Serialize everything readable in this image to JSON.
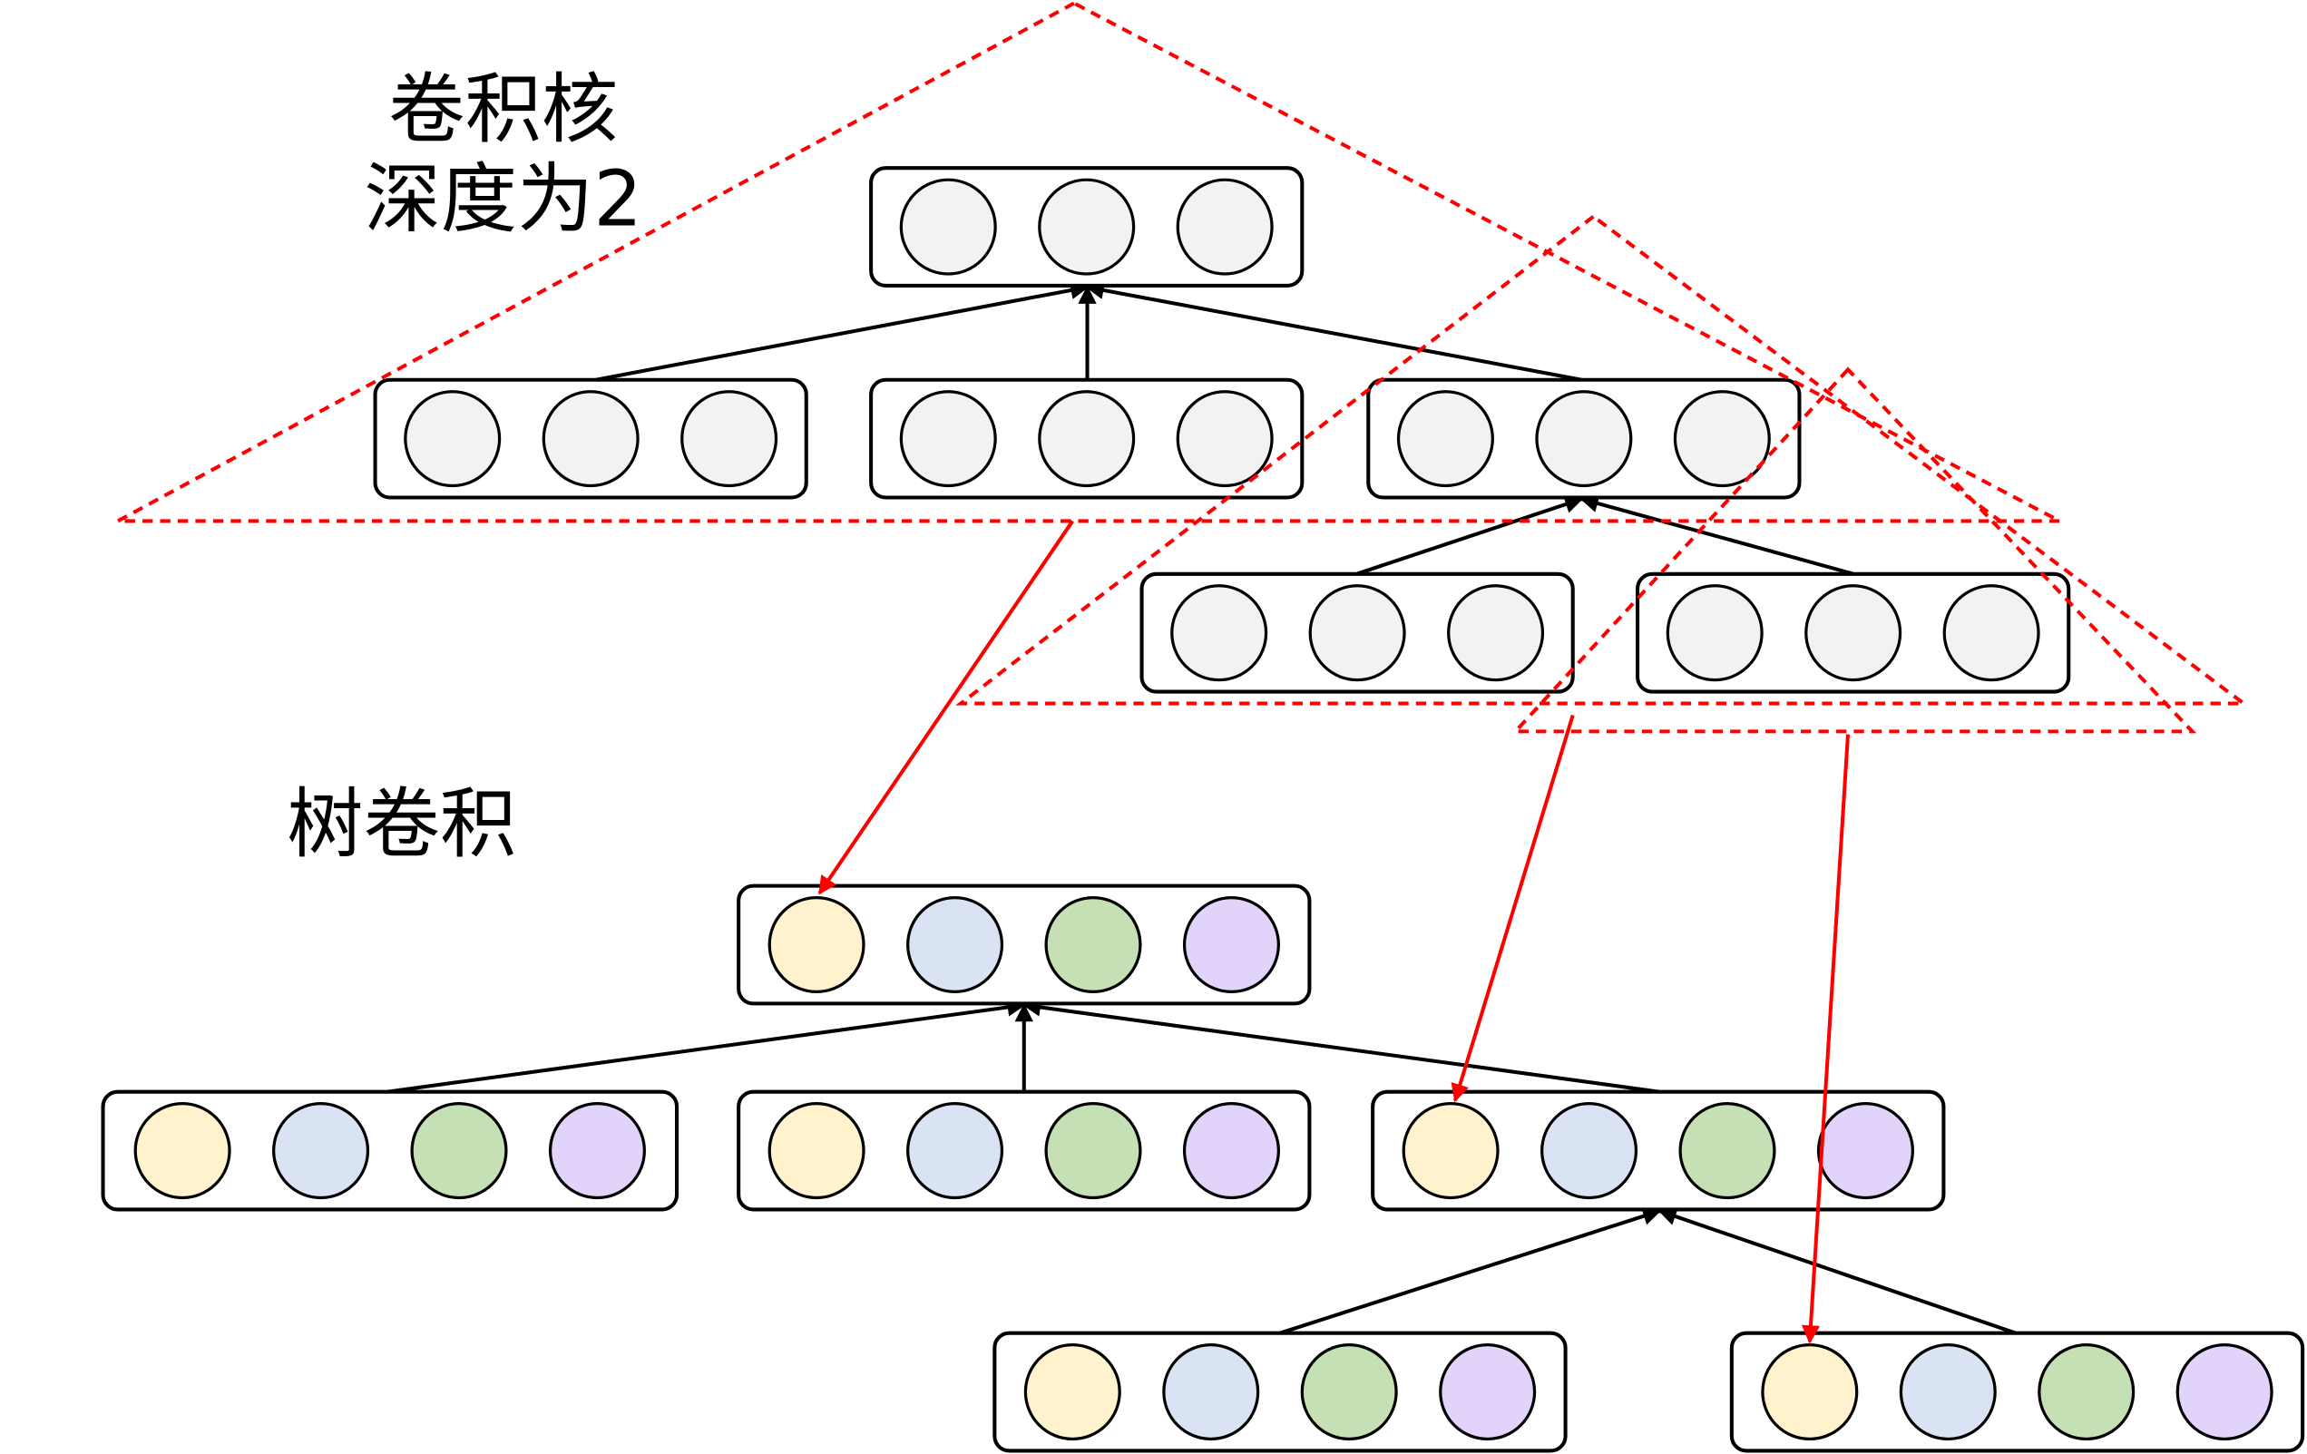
{
  "labels": {
    "kernel_line1": "卷积核",
    "kernel_line2": "深度为2",
    "tree_conv": "树卷积"
  },
  "colors": {
    "node_gray": "#f2f2f2",
    "node_yellow": "#fff2cc",
    "node_blue": "#dae3f3",
    "node_green": "#c5e0b4",
    "node_purple": "#e2d3fb",
    "outline": "#000000",
    "kernel_triangle": "#ff0000",
    "mapping_arrow": "#ff0000",
    "tree_edge": "#000000"
  },
  "kernel_tree": {
    "nodes": [
      {
        "id": "k-root",
        "circles": 3,
        "fill": "gray"
      },
      {
        "id": "k-child-left",
        "circles": 3,
        "fill": "gray"
      },
      {
        "id": "k-child-middle",
        "circles": 3,
        "fill": "gray"
      },
      {
        "id": "k-child-right",
        "circles": 3,
        "fill": "gray"
      },
      {
        "id": "k-grandchild-left",
        "circles": 3,
        "fill": "gray"
      },
      {
        "id": "k-grandchild-right",
        "circles": 3,
        "fill": "gray"
      }
    ],
    "edges": [
      [
        "k-child-left",
        "k-root"
      ],
      [
        "k-child-middle",
        "k-root"
      ],
      [
        "k-child-right",
        "k-root"
      ],
      [
        "k-grandchild-left",
        "k-child-right"
      ],
      [
        "k-grandchild-right",
        "k-child-right"
      ]
    ]
  },
  "feature_tree": {
    "circle_fills": [
      "yellow",
      "blue",
      "green",
      "purple"
    ],
    "nodes": [
      {
        "id": "f-root"
      },
      {
        "id": "f-child-left"
      },
      {
        "id": "f-child-middle"
      },
      {
        "id": "f-child-right"
      },
      {
        "id": "f-grandchild-left"
      },
      {
        "id": "f-grandchild-right"
      }
    ],
    "edges": [
      [
        "f-child-left",
        "f-root"
      ],
      [
        "f-child-middle",
        "f-root"
      ],
      [
        "f-child-right",
        "f-root"
      ],
      [
        "f-grandchild-left",
        "f-child-right"
      ],
      [
        "f-grandchild-right",
        "f-child-right"
      ]
    ]
  },
  "kernel_windows": 3,
  "mappings": [
    {
      "window": 1,
      "target": "f-root"
    },
    {
      "window": 2,
      "target": "f-child-right"
    },
    {
      "window": 3,
      "target": "f-grandchild-right"
    }
  ]
}
